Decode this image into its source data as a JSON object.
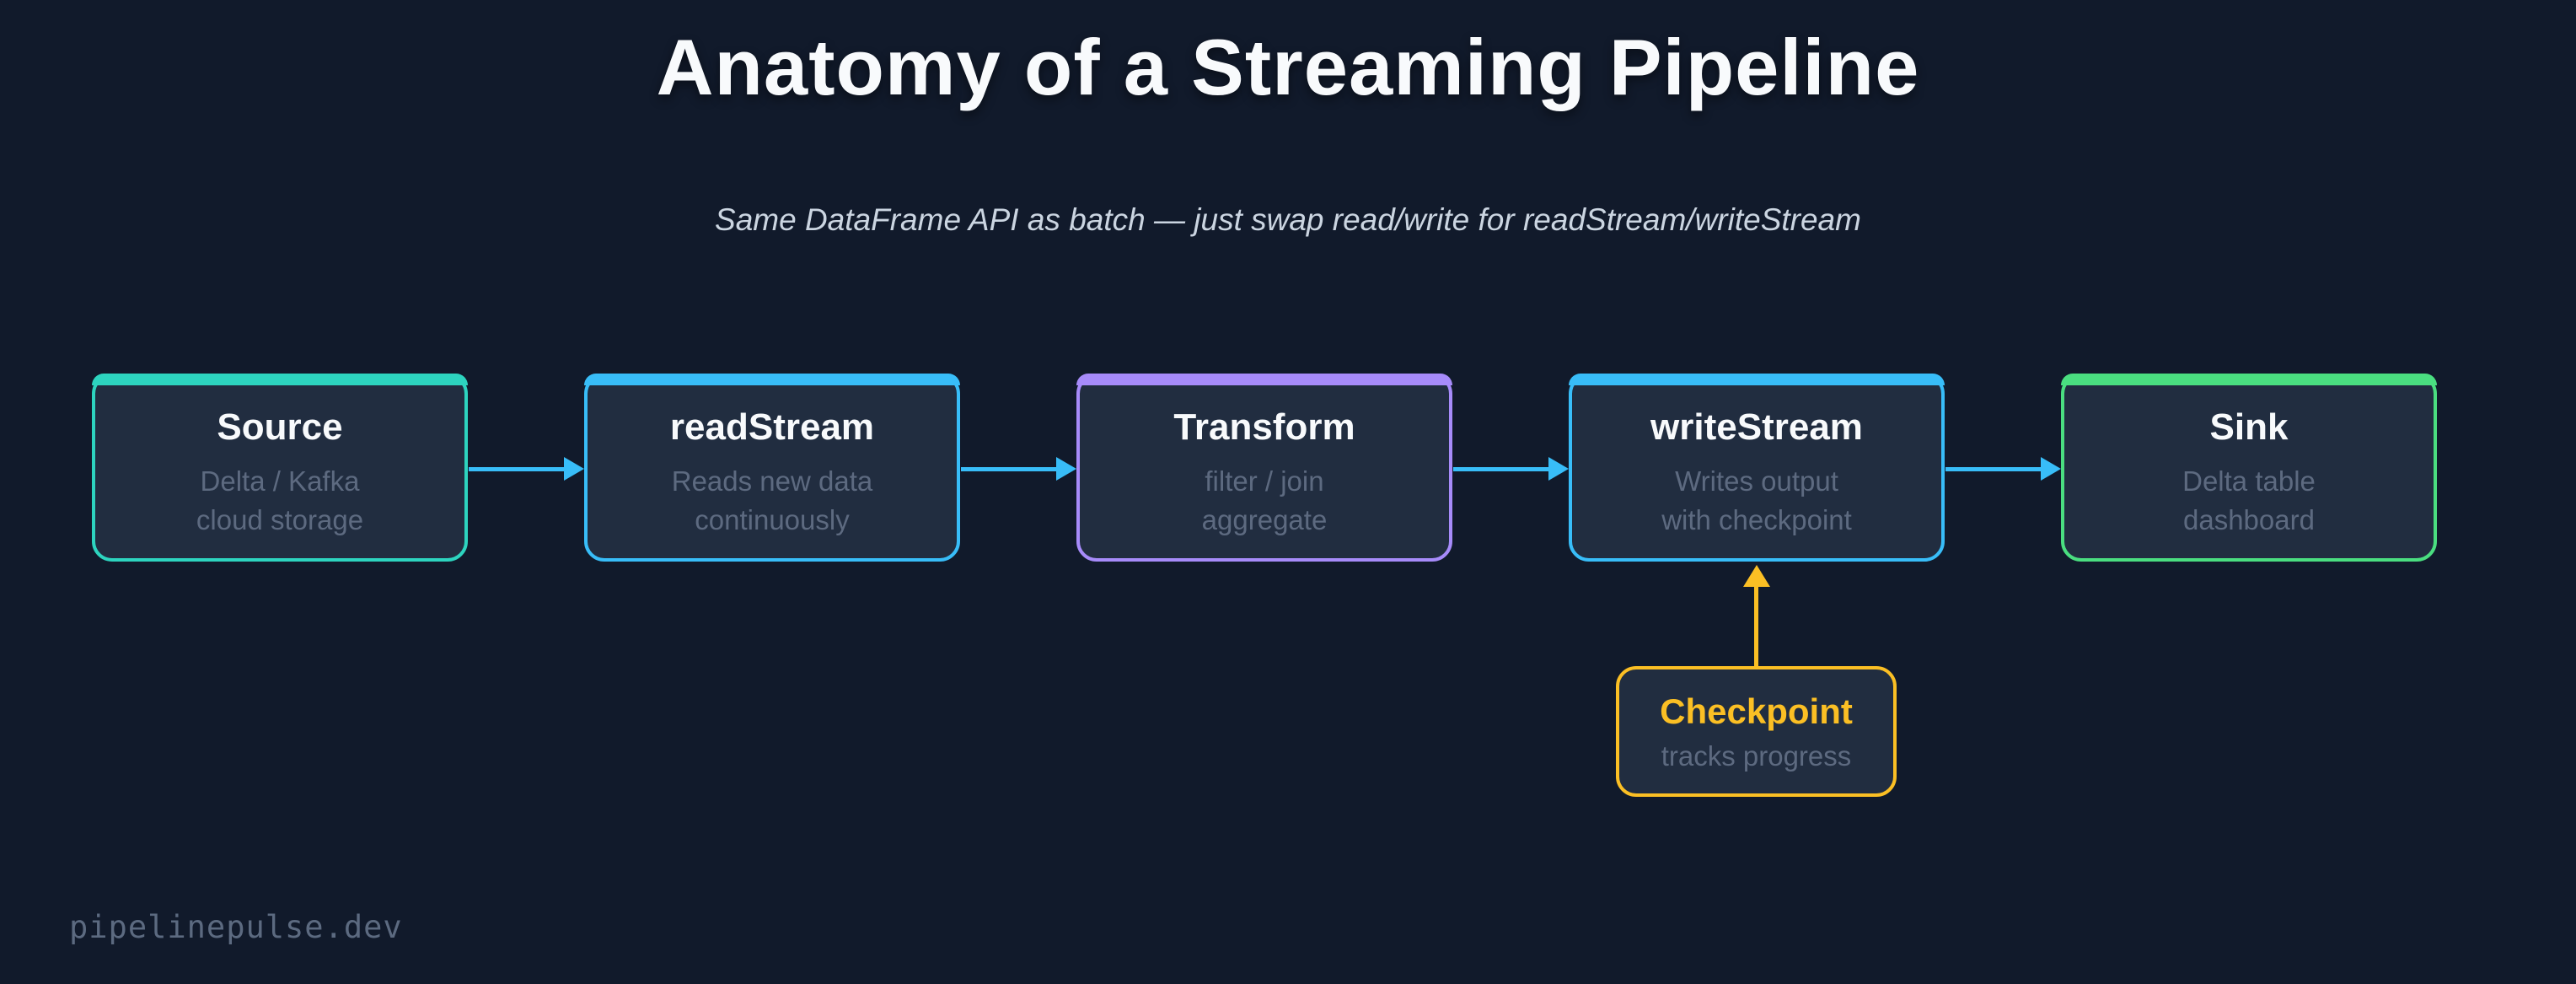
{
  "page": {
    "title": "Anatomy of a Streaming Pipeline",
    "subtitle": "Same DataFrame API as batch — just swap read/write for readStream/writeStream",
    "footer": "pipelinepulse.dev"
  },
  "colors": {
    "background": "#111a2b",
    "node_fill": "#212d40",
    "arrow_blue": "#38bdf8",
    "checkpoint_amber": "#fbbf24",
    "title_text": "#f8fafc",
    "subtitle_text": "#cbd5e1",
    "muted_text": "#5d6a80",
    "footer_text": "#5c6a80"
  },
  "pipeline": {
    "nodes": [
      {
        "label": "Source",
        "sub1": "Delta / Kafka",
        "sub2": "cloud storage",
        "accent": "#2dd4bf"
      },
      {
        "label": "readStream",
        "sub1": "Reads new data",
        "sub2": "continuously",
        "accent": "#38bdf8"
      },
      {
        "label": "Transform",
        "sub1": "filter / join",
        "sub2": "aggregate",
        "accent": "#a78bfa"
      },
      {
        "label": "writeStream",
        "sub1": "Writes output",
        "sub2": "with checkpoint",
        "accent": "#38bdf8"
      },
      {
        "label": "Sink",
        "sub1": "Delta table",
        "sub2": "dashboard",
        "accent": "#4ade80"
      }
    ],
    "checkpoint": {
      "label": "Checkpoint",
      "sub": "tracks progress",
      "accent": "#fbbf24"
    }
  }
}
